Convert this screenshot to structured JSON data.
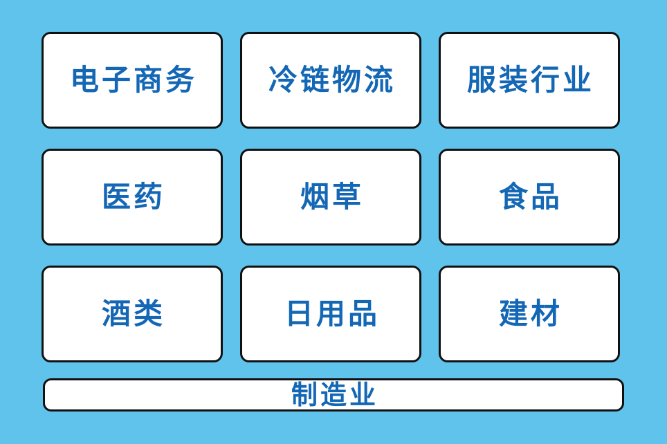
{
  "colors": {
    "background": "#60c3ec",
    "card_fill": "#ffffff",
    "card_border": "#111111",
    "label_text": "#1467b5"
  },
  "grid": {
    "cards": [
      {
        "label": "电子商务"
      },
      {
        "label": "冷链物流"
      },
      {
        "label": "服装行业"
      },
      {
        "label": "医药"
      },
      {
        "label": "烟草"
      },
      {
        "label": "食品"
      },
      {
        "label": "酒类"
      },
      {
        "label": "日用品"
      },
      {
        "label": "建材"
      }
    ]
  },
  "footer": {
    "label": "制造业"
  }
}
